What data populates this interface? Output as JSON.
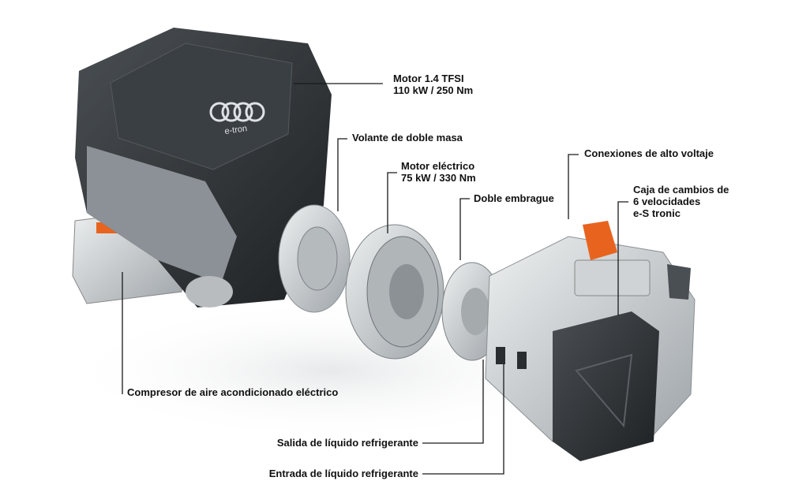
{
  "labels": {
    "engine": [
      "Motor 1.4 TFSI",
      "110 kW / 250 Nm"
    ],
    "flywheel": "Volante de doble masa",
    "electric_motor": [
      "Motor eléctrico",
      "75 kW / 330 Nm"
    ],
    "dual_clutch": "Doble embrague",
    "hv_connections": "Conexiones de alto voltaje",
    "gearbox": [
      "Caja de cambios de",
      "6 velocidades",
      "e-S tronic"
    ],
    "ac_compressor": "Compresor de aire acondicionado eléctrico",
    "coolant_outlet": "Salida de líquido refrigerante",
    "coolant_inlet": "Entrada de líquido refrigerante"
  },
  "logo": {
    "brand_text": "e-tron"
  },
  "colors": {
    "leader_line": "#1a1a1a",
    "engine_dark": "#2f3336",
    "metal": "#c9cdd0",
    "accent_orange": "#e8641e"
  }
}
